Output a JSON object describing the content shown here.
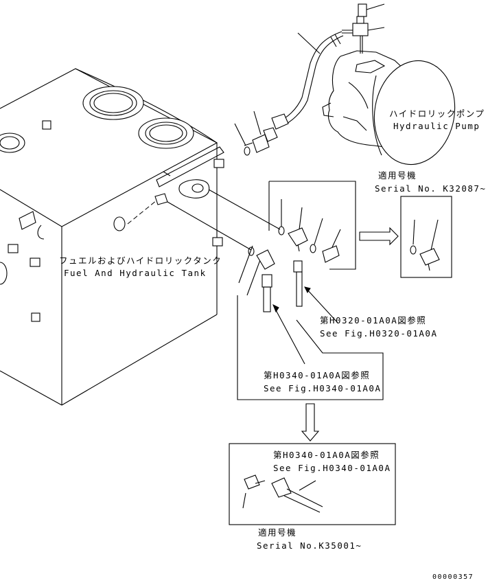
{
  "pump": {
    "label_jp": "ハイドロリックポンプ",
    "label_en": "Hydraulic Pump"
  },
  "tank": {
    "label_jp": "フュエルおよびハイドロリックタンク",
    "label_en": "Fuel And Hydraulic Tank"
  },
  "serial_box_1": {
    "label_jp": "適用号機",
    "label_en": "Serial No. K32087~"
  },
  "ref_h0320": {
    "label_jp": "第H0320-01A0A図参照",
    "label_en": "See Fig.H0320-01A0A"
  },
  "ref_h0340": {
    "label_jp": "第H0340-01A0A図参照",
    "label_en": "See Fig.H0340-01A0A"
  },
  "ref_h0340_lower": {
    "label_jp": "第H0340-01A0A図参照",
    "label_en": "See Fig.H0340-01A0A"
  },
  "serial_box_2": {
    "label_jp": "適用号機",
    "label_en": "Serial No.K35001~"
  },
  "drawing_number": "00000357"
}
